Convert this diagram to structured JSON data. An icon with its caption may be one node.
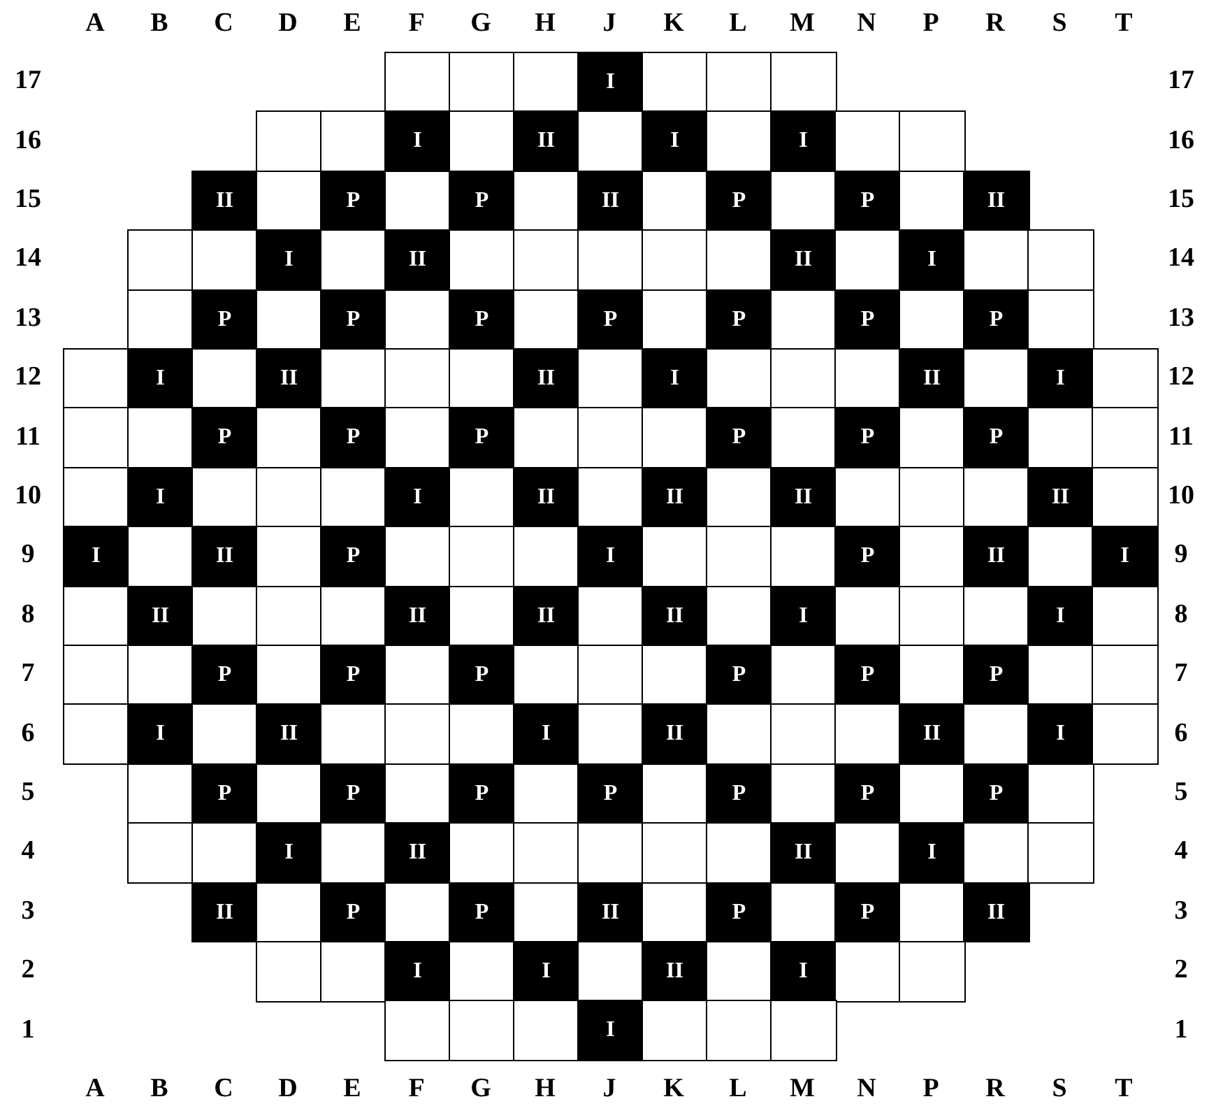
{
  "diagram": {
    "labels": [
      "A",
      "B",
      "C",
      "D",
      "E",
      "F",
      "G",
      "H",
      "J",
      "K",
      "L",
      "M",
      "N",
      "P",
      "R",
      "S",
      "T",
      "17",
      "I",
      "17",
      "16",
      "I",
      "II",
      "I",
      "I",
      "16",
      "15",
      "II",
      "P",
      "P",
      "II",
      "P",
      "P",
      "II",
      "15",
      "14",
      "I",
      "II",
      "II",
      "I",
      "14",
      "13",
      "P",
      "P",
      "P",
      "P",
      "P",
      "P",
      "P",
      "13",
      "12",
      "I",
      "II",
      "II",
      "I",
      "II",
      "I",
      "12",
      "11",
      "P",
      "P",
      "P",
      "P",
      "P",
      "P",
      "11",
      "10",
      "I",
      "I",
      "II",
      "II",
      "II",
      "II",
      "10",
      "9",
      "I",
      "II",
      "P",
      "I",
      "P",
      "II",
      "I",
      "9",
      "8",
      "II",
      "II",
      "II",
      "II",
      "I",
      "I",
      "8",
      "7",
      "P",
      "P",
      "P",
      "P",
      "P",
      "P",
      "7",
      "6",
      "I",
      "II",
      "I",
      "II",
      "II",
      "I",
      "6",
      "5",
      "P",
      "P",
      "P",
      "P",
      "P",
      "P",
      "P",
      "5",
      "4",
      "I",
      "II",
      "II",
      "I",
      "4",
      "3",
      "II",
      "P",
      "P",
      "II",
      "P",
      "P",
      "II",
      "3",
      "2",
      "I",
      "I",
      "II",
      "I",
      "2",
      "1",
      "I",
      "1",
      "A",
      "B",
      "C",
      "D",
      "E",
      "F",
      "G",
      "H",
      "J",
      "K",
      "L",
      "M",
      "N",
      "P",
      "R",
      "S",
      "T"
    ]
  }
}
